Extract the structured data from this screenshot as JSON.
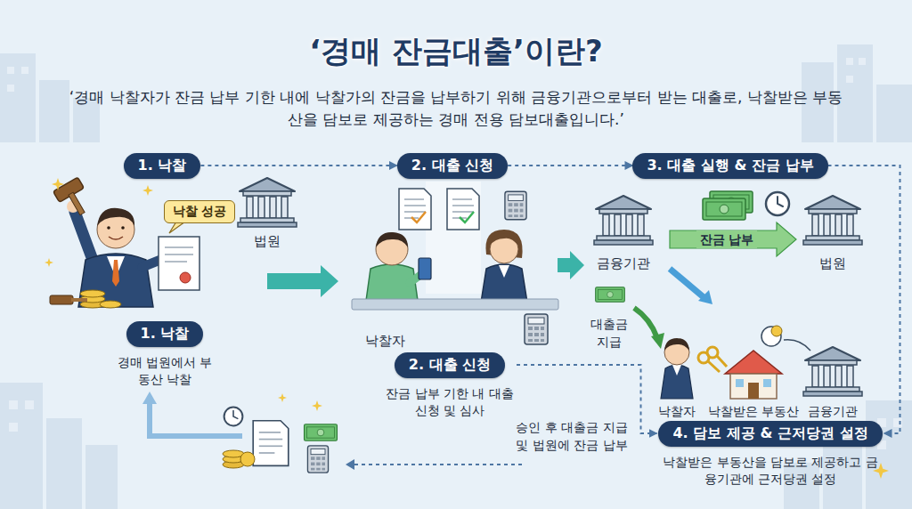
{
  "diagram": {
    "title": "‘경매 잔금대출’이란?",
    "nodes": [
      {
        "text": [
          "1. 낙찰"
        ]
      },
      {
        "text": [
          "낙찰 성공"
        ]
      },
      {
        "text": [
          "2. 대출 신청"
        ]
      },
      {
        "text": [
          "3. 대출 실행 & 잔금 납부"
        ]
      },
      {
        "text": [
          "1. 낙찰",
          "경매 법원에서 부동산 낙찰"
        ]
      },
      {
        "text": [
          "2. 대출 신청",
          "잔금 납부 기한 내 대출 신청 및 심사"
        ]
      },
      {
        "text": [
          "4. 담보 제공 & 근저당권 설정",
          "낙찰받은 부동산을 담보로 제공하고 금융기관에 근저당권 설정"
        ]
      }
    ],
    "edges": [
      {
        "from": 0,
        "to": 2,
        "arrow": "to"
      },
      {
        "from": 2,
        "to": 3,
        "arrow": "to"
      },
      {
        "from": 3,
        "to": 6,
        "arrow": "to"
      },
      {
        "from": 5,
        "to": 6,
        "arrow": "to"
      }
    ],
    "labels": [
      "‘경매 낙찰자가 잔금 납부 기한 내에 낙찰가의 잔금을 납부하기 위해 금융기관으로부터 받는 대출로, 낙찰받은 부동산을 담보로 제공하는 경매 전용 담보대출입니다.’",
      "법원",
      "낙찰자",
      "금융기관",
      "잔금 납부",
      "법원",
      "대출금 지급",
      "승인 후 대출금 지급 및 법원에 잔금 납부",
      "낙찰자",
      "낙찰받은 부동산",
      "금융기관"
    ]
  }
}
